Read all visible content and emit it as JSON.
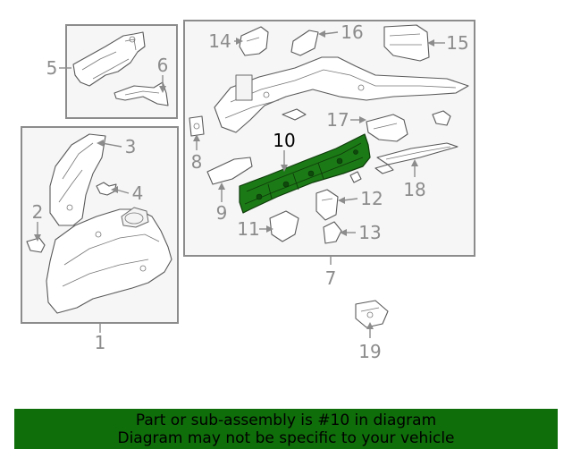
{
  "diagram": {
    "highlight_color": "#1c7a16",
    "callouts": {
      "c1": "1",
      "c2": "2",
      "c3": "3",
      "c4": "4",
      "c5": "5",
      "c6": "6",
      "c7": "7",
      "c8": "8",
      "c9": "9",
      "c10": "10",
      "c11": "11",
      "c12": "12",
      "c13": "13",
      "c14": "14",
      "c15": "15",
      "c16": "16",
      "c17": "17",
      "c18": "18",
      "c19": "19"
    }
  },
  "banner": {
    "line1": "Part or sub-assembly is #10 in diagram",
    "line2": "Diagram may not be specific to your vehicle",
    "background": "#0f6e0a"
  }
}
